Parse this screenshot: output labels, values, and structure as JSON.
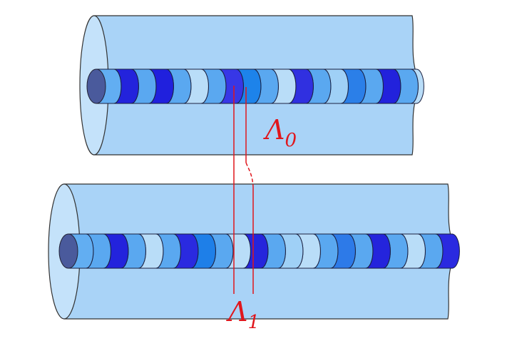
{
  "labels": {
    "period_0": "Λ",
    "period_0_sub": "0",
    "period_1": "Λ",
    "period_1_sub": "1"
  },
  "colors": {
    "cladding": "#a9d3f7",
    "cladding_end": "#c4e2fa",
    "core_end": "#4a5a9c",
    "marker": "#e0161c"
  },
  "fibers": [
    {
      "name": "fiber-top",
      "segments": [
        "#62aef2",
        "#2323dc",
        "#5aa8f0",
        "#2020dd",
        "#5aa8f0",
        "#b9ddf8",
        "#5aa8f0",
        "#3737e6",
        "#1d83ea",
        "#5aa8f0",
        "#b9ddf8",
        "#3030e0",
        "#5aa8f0",
        "#9fd0f6",
        "#2b7fe8",
        "#5aa8f0",
        "#2222dc",
        "#5aa8f0",
        "#b9ddf8",
        "#2f6fe8",
        "#5aa8f0",
        "#2a2ae0",
        "#5aa8f0",
        "#9fd0f6",
        "#1e7fe8"
      ]
    },
    {
      "name": "fiber-bottom",
      "segments": [
        "#62aef2",
        "#5aa8f0",
        "#2323dc",
        "#5aa8f0",
        "#b9ddf8",
        "#5aa8f0",
        "#2a2ae0",
        "#1e7fe8",
        "#5aa8f0",
        "#b9ddf8",
        "#2525dc",
        "#5aa8f0",
        "#9fd0f6",
        "#b9ddf8",
        "#5aa8f0",
        "#2d7ae8",
        "#5aa8f0",
        "#2424dc",
        "#5aa8f0",
        "#b9ddf8",
        "#5aa8f0",
        "#2a2ae0",
        "#5aa8f0",
        "#9fd0f6",
        "#1e7fe8"
      ]
    }
  ]
}
